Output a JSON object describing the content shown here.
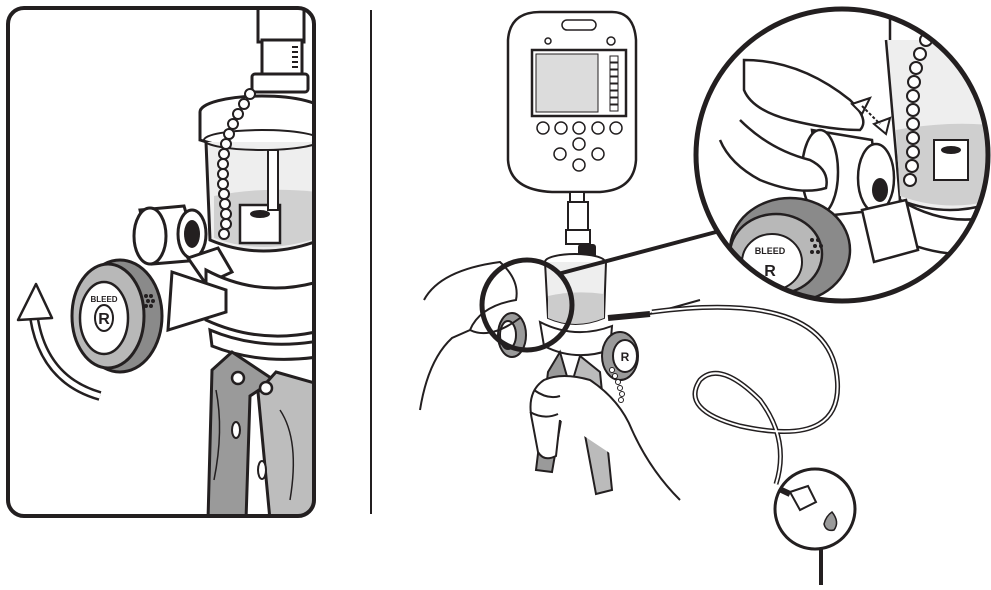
{
  "left_panel": {
    "valve_label": "BLEED",
    "valve_mark": "R"
  },
  "main_view": {
    "rear_valve_mark": "R"
  },
  "zoom_inset": {
    "valve_label": "BLEED",
    "valve_mark": "R"
  },
  "colors": {
    "line": "#231f20",
    "shade": "#cfcfcf",
    "dark_shade": "#8a8a8a",
    "glass": "#e6e6e6",
    "background": "#ffffff"
  }
}
